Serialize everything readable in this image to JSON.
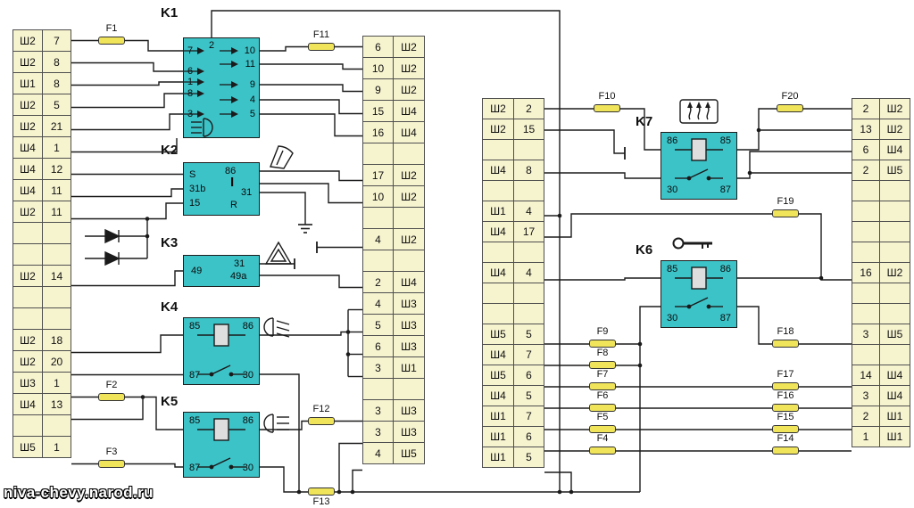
{
  "watermark": "niva-chevy.narod.ru",
  "colors": {
    "relay_fill": "#3cc3c8",
    "cell_fill": "#f6f3cf",
    "fuse_fill": "#efe45a",
    "wire": "#1b1b1b"
  },
  "connectors": {
    "left": {
      "rows": [
        [
          "Ш2",
          "7"
        ],
        [
          "Ш2",
          "8"
        ],
        [
          "Ш1",
          "8"
        ],
        [
          "Ш2",
          "5"
        ],
        [
          "Ш2",
          "21"
        ],
        [
          "Ш4",
          "1"
        ],
        [
          "Ш4",
          "12"
        ],
        [
          "Ш4",
          "11"
        ],
        [
          "Ш2",
          "11"
        ],
        [
          "",
          ""
        ],
        [
          "",
          ""
        ],
        [
          "Ш2",
          "14"
        ],
        [
          "",
          ""
        ],
        [
          "",
          ""
        ],
        [
          "Ш2",
          "18"
        ],
        [
          "Ш2",
          "20"
        ],
        [
          "Ш3",
          "1"
        ],
        [
          "Ш4",
          "13"
        ],
        [
          "",
          ""
        ],
        [
          "Ш5",
          "1"
        ]
      ]
    },
    "mid_left": {
      "rows": [
        [
          "6",
          "Ш2"
        ],
        [
          "10",
          "Ш2"
        ],
        [
          "9",
          "Ш2"
        ],
        [
          "15",
          "Ш4"
        ],
        [
          "16",
          "Ш4"
        ],
        [
          "",
          ""
        ],
        [
          "17",
          "Ш2"
        ],
        [
          "10",
          "Ш2"
        ],
        [
          "",
          ""
        ],
        [
          "4",
          "Ш2"
        ],
        [
          "",
          ""
        ],
        [
          "2",
          "Ш4"
        ],
        [
          "4",
          "Ш3"
        ],
        [
          "5",
          "Ш3"
        ],
        [
          "6",
          "Ш3"
        ],
        [
          "3",
          "Ш1"
        ],
        [
          "",
          ""
        ],
        [
          "3",
          "Ш3"
        ],
        [
          "3",
          "Ш3"
        ],
        [
          "4",
          "Ш5"
        ]
      ]
    },
    "mid_right": {
      "rows": [
        [
          "Ш2",
          "2"
        ],
        [
          "Ш2",
          "15"
        ],
        [
          "",
          ""
        ],
        [
          "Ш4",
          "8"
        ],
        [
          "",
          ""
        ],
        [
          "Ш1",
          "4"
        ],
        [
          "Ш4",
          "17"
        ],
        [
          "",
          ""
        ],
        [
          "Ш4",
          "4"
        ],
        [
          "",
          ""
        ],
        [
          "",
          ""
        ],
        [
          "Ш5",
          "5"
        ],
        [
          "Ш4",
          "7"
        ],
        [
          "Ш5",
          "6"
        ],
        [
          "Ш4",
          "5"
        ],
        [
          "Ш1",
          "7"
        ],
        [
          "Ш1",
          "6"
        ],
        [
          "Ш1",
          "5"
        ]
      ]
    },
    "right": {
      "rows": [
        [
          "2",
          "Ш2"
        ],
        [
          "13",
          "Ш2"
        ],
        [
          "6",
          "Ш4"
        ],
        [
          "2",
          "Ш5"
        ],
        [
          "",
          ""
        ],
        [
          "",
          ""
        ],
        [
          "",
          ""
        ],
        [
          "",
          ""
        ],
        [
          "16",
          "Ш2"
        ],
        [
          "",
          ""
        ],
        [
          "",
          ""
        ],
        [
          "3",
          "Ш5"
        ],
        [
          "",
          ""
        ],
        [
          "14",
          "Ш4"
        ],
        [
          "3",
          "Ш4"
        ],
        [
          "2",
          "Ш1"
        ],
        [
          "1",
          "Ш1"
        ]
      ]
    }
  },
  "relays": {
    "k1": {
      "label": "K1",
      "top_pin": "2",
      "left_pins": [
        "7",
        "6",
        "1",
        "8",
        "3"
      ],
      "right_pins": [
        "10",
        "11",
        "9",
        "4",
        "5"
      ]
    },
    "k2": {
      "label": "K2",
      "left_pins": [
        "S",
        "31b",
        "15"
      ],
      "right_pins": [
        "86",
        "I",
        "31",
        "R"
      ]
    },
    "k3": {
      "label": "K3",
      "left_pins": [
        "49"
      ],
      "right_pins": [
        "31",
        "49a"
      ]
    },
    "k4": {
      "label": "K4",
      "tl": "85",
      "tr": "86",
      "bl": "87",
      "br": "30"
    },
    "k5": {
      "label": "K5",
      "tl": "85",
      "tr": "86",
      "bl": "87",
      "br": "30"
    },
    "k6": {
      "label": "K6",
      "tl": "85",
      "tr": "86",
      "bl": "30",
      "br": "87"
    },
    "k7": {
      "label": "K7",
      "tl": "86",
      "tr": "85",
      "bl": "30",
      "br": "87"
    }
  },
  "fuses": {
    "f1": "F1",
    "f2": "F2",
    "f3": "F3",
    "f4": "F4",
    "f5": "F5",
    "f6": "F6",
    "f7": "F7",
    "f8": "F8",
    "f9": "F9",
    "f10": "F10",
    "f11": "F11",
    "f12": "F12",
    "f13": "F13",
    "f14": "F14",
    "f15": "F15",
    "f16": "F16",
    "f17": "F17",
    "f18": "F18",
    "f19": "F19",
    "f20": "F20"
  },
  "icons": {
    "k1_inner": "headlight-icon",
    "k2_side": "wiper-icon",
    "k3_side": "hazard-warning-icon",
    "k4_side": "fog-light-icon",
    "k5_side": "tail-light-icon",
    "k7_top": "heated-rear-window-icon",
    "k6_side": "ignition-key-icon",
    "left_branch": "diode-icon",
    "k2_31": "ground-icon"
  }
}
